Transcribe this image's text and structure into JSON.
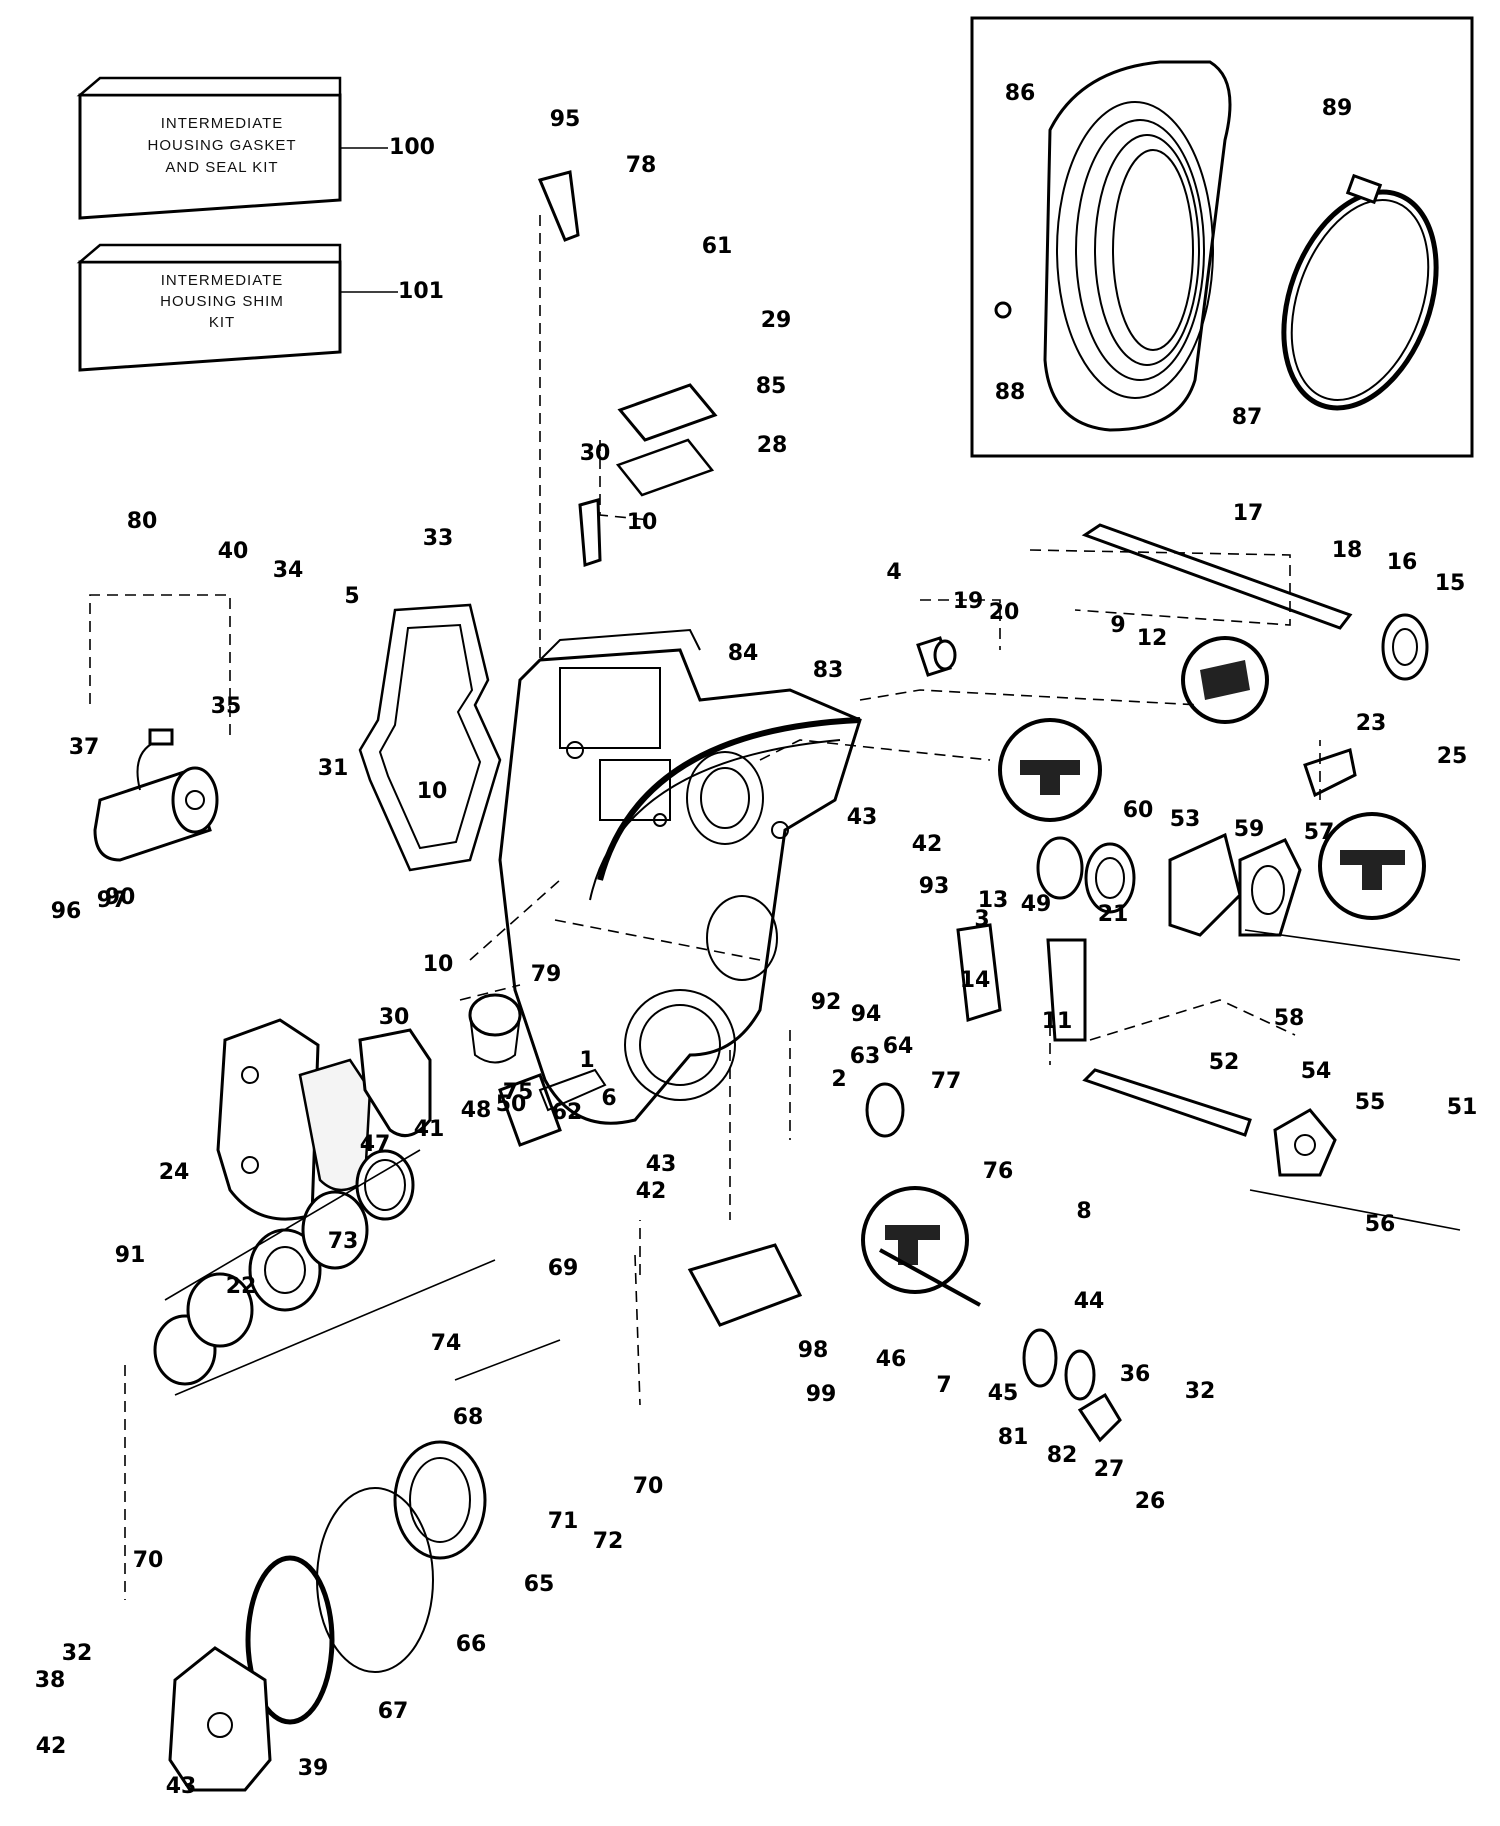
{
  "kits": [
    {
      "id": "100",
      "lines": [
        "INTERMEDIATE",
        "HOUSING GASKET",
        "AND SEAL KIT"
      ]
    },
    {
      "id": "101",
      "lines": [
        "INTERMEDIATE",
        "HOUSING SHIM",
        "KIT"
      ]
    }
  ],
  "callouts": [
    {
      "label": "95"
    },
    {
      "label": "78"
    },
    {
      "label": "61"
    },
    {
      "label": "29"
    },
    {
      "label": "85"
    },
    {
      "label": "28"
    },
    {
      "label": "30"
    },
    {
      "label": "10"
    },
    {
      "label": "80"
    },
    {
      "label": "40"
    },
    {
      "label": "34"
    },
    {
      "label": "5"
    },
    {
      "label": "35"
    },
    {
      "label": "33"
    },
    {
      "label": "31"
    },
    {
      "label": "10"
    },
    {
      "label": "37"
    },
    {
      "label": "96"
    },
    {
      "label": "97"
    },
    {
      "label": "90"
    },
    {
      "label": "86"
    },
    {
      "label": "89"
    },
    {
      "label": "88"
    },
    {
      "label": "87"
    },
    {
      "label": "17"
    },
    {
      "label": "18"
    },
    {
      "label": "16"
    },
    {
      "label": "15"
    },
    {
      "label": "4"
    },
    {
      "label": "19"
    },
    {
      "label": "20"
    },
    {
      "label": "9"
    },
    {
      "label": "12"
    },
    {
      "label": "84"
    },
    {
      "label": "83"
    },
    {
      "label": "23"
    },
    {
      "label": "25"
    },
    {
      "label": "43"
    },
    {
      "label": "42"
    },
    {
      "label": "60"
    },
    {
      "label": "53"
    },
    {
      "label": "59"
    },
    {
      "label": "57"
    },
    {
      "label": "3"
    },
    {
      "label": "93"
    },
    {
      "label": "13"
    },
    {
      "label": "49"
    },
    {
      "label": "21"
    },
    {
      "label": "14"
    },
    {
      "label": "11"
    },
    {
      "label": "58"
    },
    {
      "label": "51"
    },
    {
      "label": "92"
    },
    {
      "label": "94"
    },
    {
      "label": "79"
    },
    {
      "label": "10"
    },
    {
      "label": "30"
    },
    {
      "label": "1"
    },
    {
      "label": "50"
    },
    {
      "label": "48"
    },
    {
      "label": "41"
    },
    {
      "label": "47"
    },
    {
      "label": "6"
    },
    {
      "label": "62"
    },
    {
      "label": "75"
    },
    {
      "label": "2"
    },
    {
      "label": "63"
    },
    {
      "label": "64"
    },
    {
      "label": "77"
    },
    {
      "label": "76"
    },
    {
      "label": "52"
    },
    {
      "label": "54"
    },
    {
      "label": "55"
    },
    {
      "label": "56"
    },
    {
      "label": "8"
    },
    {
      "label": "24"
    },
    {
      "label": "91"
    },
    {
      "label": "22"
    },
    {
      "label": "43"
    },
    {
      "label": "42"
    },
    {
      "label": "69"
    },
    {
      "label": "73"
    },
    {
      "label": "74"
    },
    {
      "label": "98"
    },
    {
      "label": "99"
    },
    {
      "label": "46"
    },
    {
      "label": "44"
    },
    {
      "label": "36"
    },
    {
      "label": "7"
    },
    {
      "label": "45"
    },
    {
      "label": "81"
    },
    {
      "label": "82"
    },
    {
      "label": "27"
    },
    {
      "label": "32"
    },
    {
      "label": "26"
    },
    {
      "label": "68"
    },
    {
      "label": "70"
    },
    {
      "label": "72"
    },
    {
      "label": "71"
    },
    {
      "label": "70"
    },
    {
      "label": "65"
    },
    {
      "label": "66"
    },
    {
      "label": "67"
    },
    {
      "label": "32"
    },
    {
      "label": "38"
    },
    {
      "label": "42"
    },
    {
      "label": "43"
    },
    {
      "label": "39"
    }
  ]
}
